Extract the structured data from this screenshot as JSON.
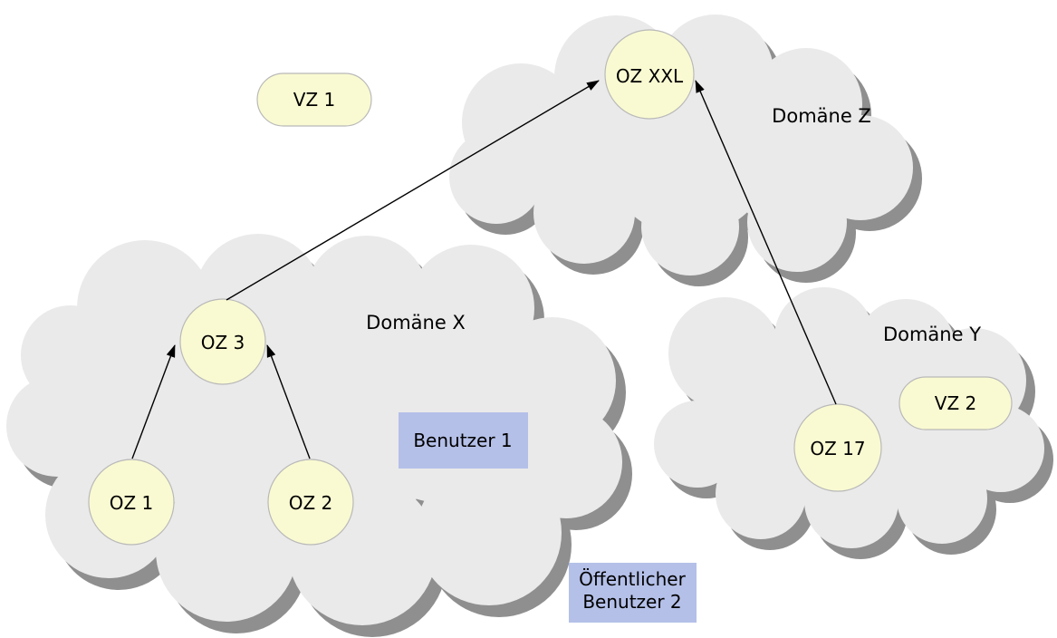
{
  "domains": {
    "x": {
      "label": "Domäne X"
    },
    "y": {
      "label": "Domäne Y"
    },
    "z": {
      "label": "Domäne Z"
    }
  },
  "nodes": {
    "oz1": {
      "label": "OZ 1"
    },
    "oz2": {
      "label": "OZ 2"
    },
    "oz3": {
      "label": "OZ 3"
    },
    "oz17": {
      "label": "OZ 17"
    },
    "ozxxl": {
      "label": "OZ XXL"
    }
  },
  "directories": {
    "vz1": {
      "label": "VZ 1"
    },
    "vz2": {
      "label": "VZ 2"
    }
  },
  "users": {
    "benutzer1": {
      "label": "Benutzer 1"
    },
    "benutzer2": {
      "line1": "Öffentlicher",
      "line2": "Benutzer 2"
    }
  },
  "edges": [
    {
      "from": "OZ 1",
      "to": "OZ 3"
    },
    {
      "from": "OZ 2",
      "to": "OZ 3"
    },
    {
      "from": "OZ 3",
      "to": "OZ XXL"
    },
    {
      "from": "OZ 17",
      "to": "OZ XXL"
    }
  ],
  "colors": {
    "background": "#FFFFFF",
    "cloud_fill": "#EAEAEA",
    "cloud_shadow": "#8F8F8F",
    "node_fill": "#FAFAD2",
    "node_stroke": "#B9B9B9",
    "user_box_fill": "#B4C0E8",
    "arrow": "#000000",
    "text": "#000000"
  }
}
